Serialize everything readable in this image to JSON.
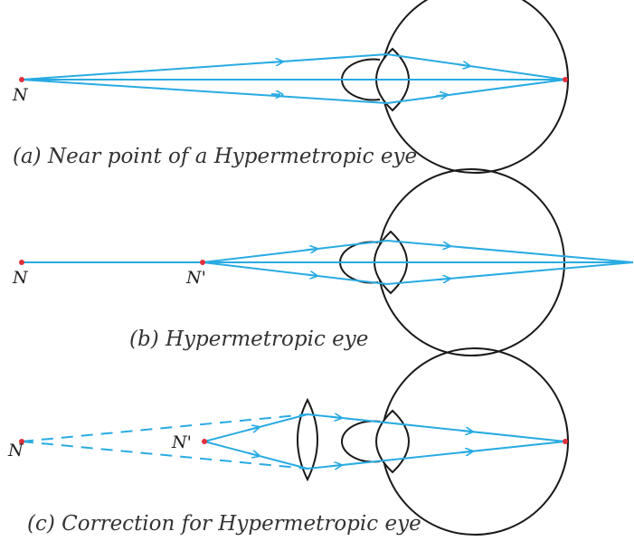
{
  "colors": {
    "ray": "#29abe2",
    "outline": "#1a1a1a",
    "point": "#e0303a"
  },
  "panel_a": {
    "caption": "(a) Near point of a Hypermetropic eye",
    "near_point_label": "N"
  },
  "panel_b": {
    "caption": "(b) Hypermetropic eye",
    "near_point_label": "N",
    "shifted_point_label": "N'"
  },
  "panel_c": {
    "caption": "(c) Correction for Hypermetropic eye",
    "near_point_label": "N",
    "shifted_point_label": "N'"
  }
}
